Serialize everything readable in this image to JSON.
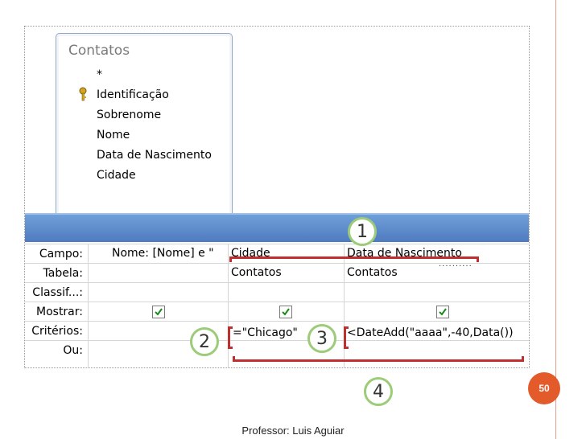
{
  "table": {
    "title": "Contatos",
    "fields": [
      "*",
      "Identificação",
      "Sobrenome",
      "Nome",
      "Data de Nascimento",
      "Cidade"
    ]
  },
  "grid": {
    "row_labels": [
      "Campo:",
      "Tabela:",
      "Classif...:",
      "Mostrar:",
      "Critérios:",
      "Ou:"
    ],
    "columns": [
      {
        "campo": "Nome: [Nome] e \"",
        "tabela": "",
        "mostrar": true,
        "criterios": ""
      },
      {
        "campo": "Cidade",
        "tabela": "Contatos",
        "mostrar": true,
        "criterios": "=\"Chicago\""
      },
      {
        "campo": "Data de Nascimento",
        "tabela": "Contatos",
        "mostrar": true,
        "criterios": "<DateAdd(\"aaaa\",-40,Data())"
      }
    ]
  },
  "callouts": [
    "1",
    "2",
    "3",
    "4"
  ],
  "dots": "..........",
  "slide_number": "50",
  "footer": "Professor: Luis Aguiar",
  "colors": {
    "accent": "#e35a2b",
    "bracket": "#c02f2f",
    "callout_border": "#9ccc7a"
  }
}
